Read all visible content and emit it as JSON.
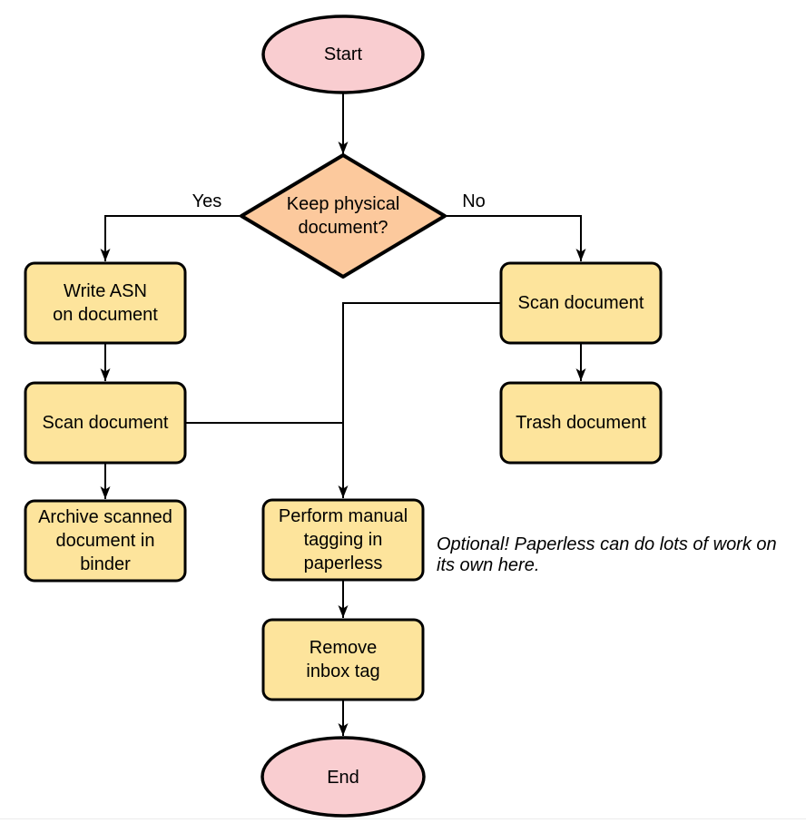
{
  "diagram": {
    "colors": {
      "terminal_fill": "#f9cdd0",
      "decision_fill": "#fcc99d",
      "process_fill": "#fde49c",
      "node_stroke": "#000000",
      "edge_color": "#000000",
      "text_color": "#000000",
      "divider_color": "#ebebeb"
    },
    "nodes": {
      "start": {
        "type": "terminal",
        "label": "Start"
      },
      "decision": {
        "type": "decision",
        "label": "Keep physical\ndocument?"
      },
      "write_asn": {
        "type": "process",
        "label": "Write ASN\non document"
      },
      "scan_left": {
        "type": "process",
        "label": "Scan document"
      },
      "archive": {
        "type": "process",
        "label": "Archive scanned\ndocument in\nbinder"
      },
      "scan_right": {
        "type": "process",
        "label": "Scan document"
      },
      "trash": {
        "type": "process",
        "label": "Trash document"
      },
      "tagging": {
        "type": "process",
        "label": "Perform manual\ntagging in\npaperless"
      },
      "remove_inbox": {
        "type": "process",
        "label": "Remove\ninbox tag"
      },
      "end": {
        "type": "terminal",
        "label": "End"
      }
    },
    "edge_labels": {
      "yes": "Yes",
      "no": "No"
    },
    "note": "Optional! Paperless can do lots of work on\nits own here."
  }
}
